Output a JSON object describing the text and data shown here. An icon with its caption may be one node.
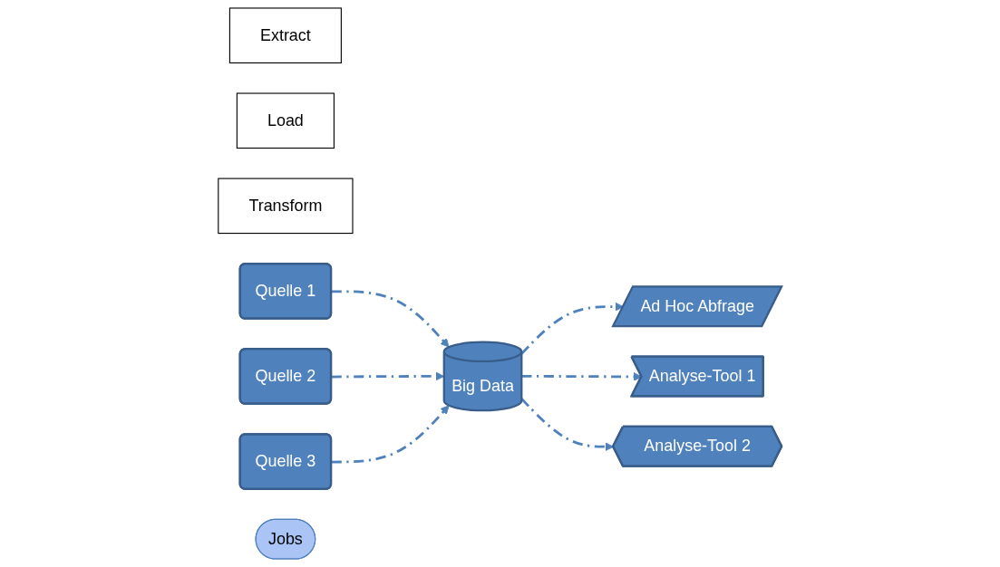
{
  "diagram": {
    "nodes": [
      {
        "text": [
          "Extract"
        ]
      },
      {
        "text": [
          "Load"
        ]
      },
      {
        "text": [
          "Transform"
        ]
      },
      {
        "text": [
          "Quelle 1"
        ]
      },
      {
        "text": [
          "Quelle 2"
        ]
      },
      {
        "text": [
          "Quelle 3"
        ]
      },
      {
        "text": [
          "Big Data"
        ]
      },
      {
        "text": [
          "Jobs"
        ]
      },
      {
        "text": [
          "Ad Hoc Abfrage"
        ]
      },
      {
        "text": [
          "Analyse-Tool 1"
        ]
      },
      {
        "text": [
          "Analyse-Tool 2"
        ]
      }
    ],
    "edges": [
      {
        "from": 3,
        "to": 6,
        "arrow": "to",
        "style": "dashed"
      },
      {
        "from": 4,
        "to": 6,
        "arrow": "to",
        "style": "dashed"
      },
      {
        "from": 5,
        "to": 6,
        "arrow": "to",
        "style": "dashed"
      },
      {
        "from": 6,
        "to": 8,
        "arrow": "to",
        "style": "dashed"
      },
      {
        "from": 6,
        "to": 9,
        "arrow": "to",
        "style": "dashed"
      },
      {
        "from": 6,
        "to": 10,
        "arrow": "to",
        "style": "dashed"
      }
    ]
  }
}
